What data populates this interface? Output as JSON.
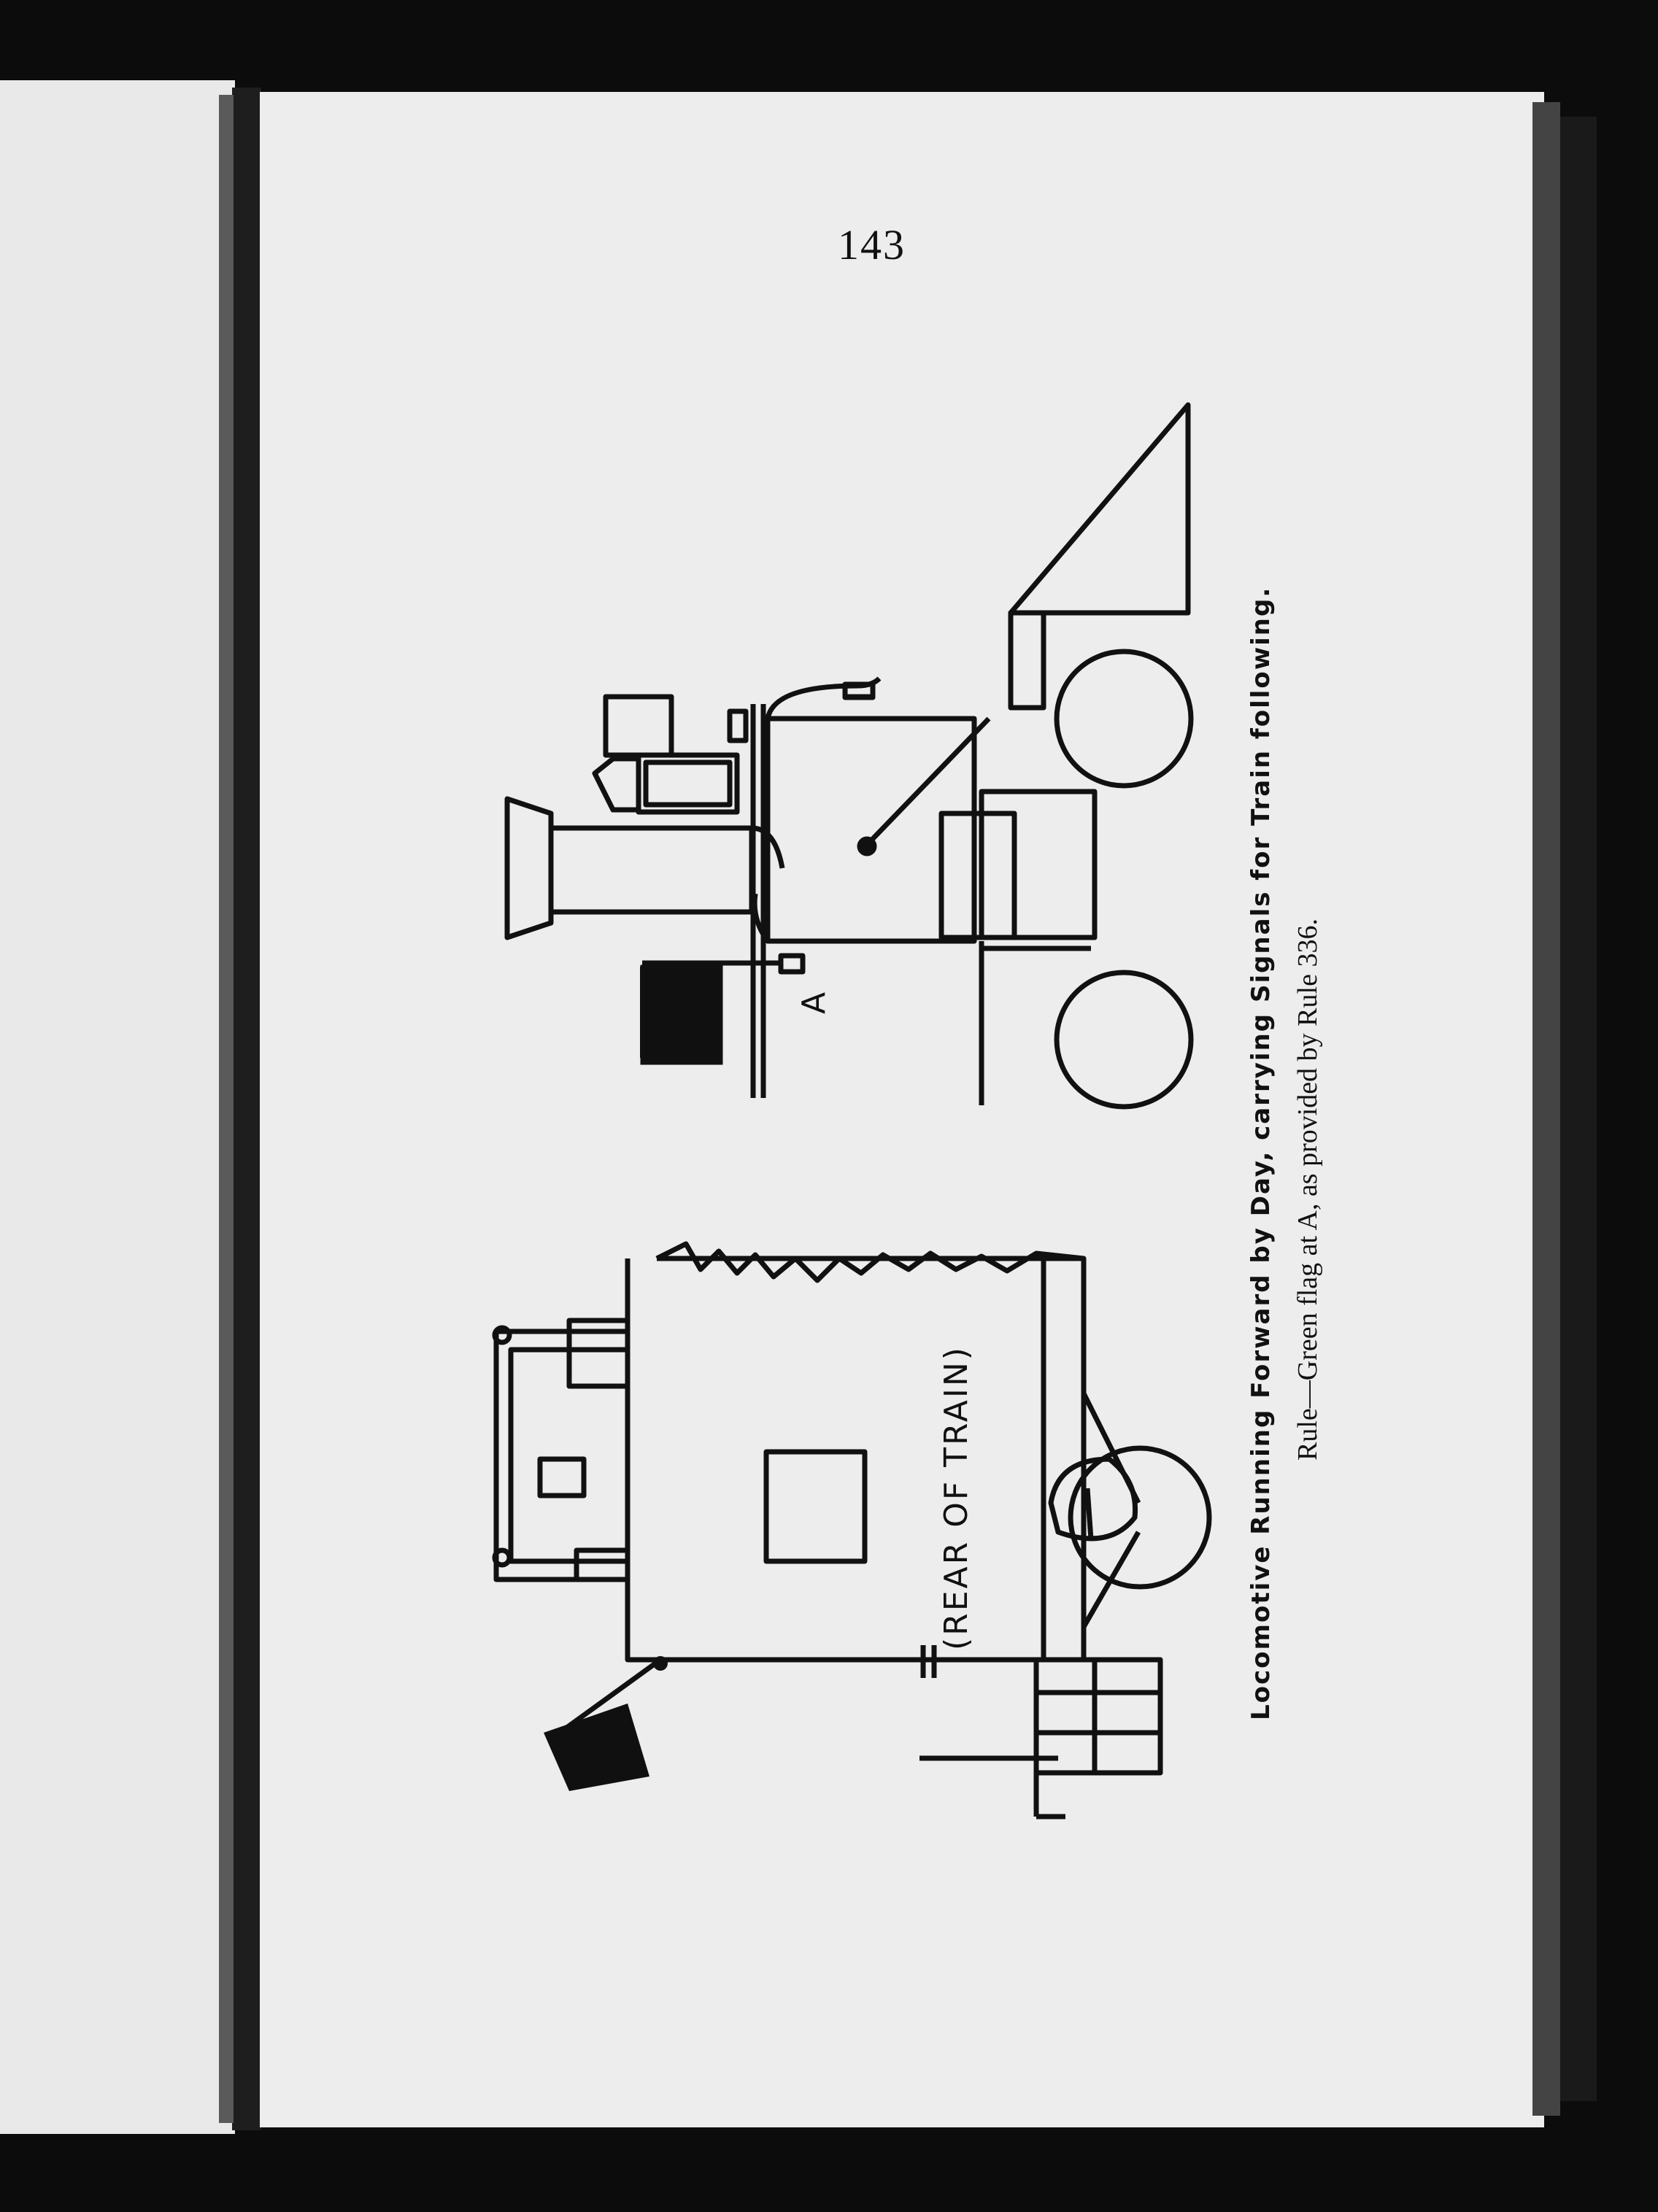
{
  "page": {
    "number": "143",
    "caption": "Locomotive Running Forward by Day, carrying Signals for Train following.",
    "rule_text": "Rule—Green flag at A, as provided by Rule 336.",
    "labels": {
      "rear": "(REAR OF TRAIN)",
      "marker": "A"
    }
  },
  "colors": {
    "background": "#0c0c0c",
    "paper": "#ededed",
    "ink": "#111111"
  }
}
